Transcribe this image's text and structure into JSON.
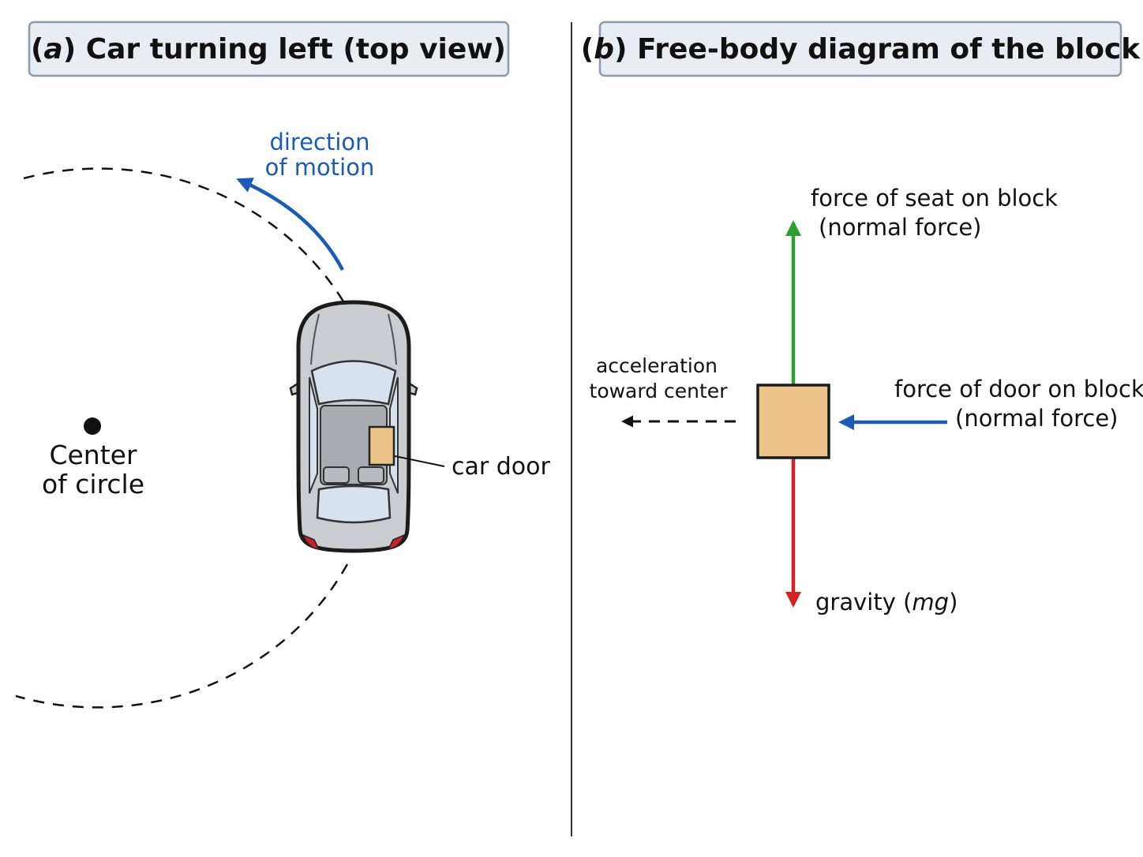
{
  "panel_a": {
    "title_letter": "a",
    "title_text": "Car turning left (top view)",
    "direction_label_line1": "direction",
    "direction_label_line2": "of motion",
    "center_label_line1": "Center",
    "center_label_line2": "of circle",
    "car_door_label": "car door"
  },
  "panel_b": {
    "title_letter": "b",
    "title_text": "Free-body diagram of the block",
    "seat_force_line1": "force of seat on block",
    "seat_force_line2": "(normal force)",
    "door_force_line1": "force of door on block",
    "door_force_line2": "(normal force)",
    "accel_line1": "acceleration",
    "accel_line2": "toward center",
    "gravity_prefix": "gravity (",
    "gravity_symbol": "mg",
    "gravity_suffix": ")"
  },
  "colors": {
    "title_box_fill": "#e8edf3",
    "title_box_stroke": "#8a9bb0",
    "direction_arrow": "#1a5bb5",
    "seat_force_arrow": "#2ca02c",
    "door_force_arrow": "#1a5bb5",
    "gravity_arrow": "#d62020",
    "block_fill": "#ecc48a",
    "car_body": "#c9ccd1",
    "car_glass": "#d8e2ee",
    "tail_light": "#c8202a"
  }
}
